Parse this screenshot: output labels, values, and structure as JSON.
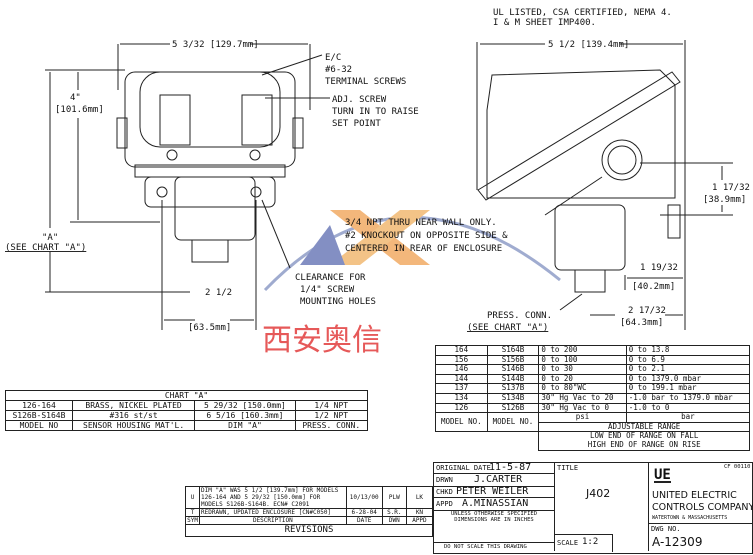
{
  "notes": {
    "line1": "UL LISTED, CSA CERTIFIED, NEMA 4.",
    "line2": "I & M SHEET IMP400."
  },
  "front_view": {
    "width_dim": "5 3/32 [129.7mm]",
    "height_dim": "4\"",
    "height_dim_mm": "[101.6mm]",
    "dim_a": "\"A\"",
    "dim_a_ref": "(SEE CHART \"A\")",
    "hole_spacing": "2 1/2",
    "hole_spacing_mm": "[63.5mm]",
    "callout_terminal": [
      "E/C",
      "#6-32",
      "TERMINAL SCREWS"
    ],
    "callout_adj": [
      "ADJ. SCREW",
      "TURN IN TO RAISE",
      "SET POINT"
    ],
    "callout_npt": [
      "3/4 NPT THRU NEAR WALL ONLY.",
      "#2 KNOCKOUT ON OPPOSITE SIDE &",
      "CENTERED IN REAR OF ENCLOSURE"
    ],
    "callout_clearance": [
      "CLEARANCE FOR",
      "1/4\" SCREW",
      "MOUNTING HOLES"
    ]
  },
  "side_view": {
    "width_dim": "5 1/2 [139.4mm]",
    "conduit_dim": "1 17/32",
    "conduit_dim_mm": "[38.9mm]",
    "depth_dim": "1 19/32",
    "depth_dim_mm": "[40.2mm]",
    "conn_dim": "2 17/32",
    "conn_dim_mm": "[64.3mm]",
    "press_conn": [
      "PRESS. CONN.",
      "(SEE CHART \"A\")"
    ]
  },
  "watermark": {
    "text": "西安奥信",
    "colors": {
      "orange": "#f0a050",
      "blue": "#5a6ab0",
      "red": "#e03030"
    }
  },
  "chart_a": {
    "title": "CHART \"A\"",
    "rows": [
      [
        "126-164",
        "BRASS, NICKEL PLATED",
        "5 29/32 [150.0mm]",
        "1/4 NPT"
      ],
      [
        "S126B-S164B",
        "#316 st/st",
        "6 5/16 [160.3mm]",
        "1/2 NPT"
      ]
    ],
    "headers": [
      "MODEL NO",
      "SENSOR HOUSING MAT'L.",
      "DIM \"A\"",
      "PRESS. CONN."
    ]
  },
  "range_table": {
    "rows": [
      [
        "164",
        "S164B",
        "0 to 200",
        "0 to 13.8"
      ],
      [
        "156",
        "S156B",
        "0 to 100",
        "0 to 6.9"
      ],
      [
        "146",
        "S146B",
        "0 to 30",
        "0 to 2.1"
      ],
      [
        "144",
        "S144B",
        "0 to 20",
        "0 to 1379.0 mbar"
      ],
      [
        "137",
        "S137B",
        "0 to 80\"WC",
        "0 to 199.1 mbar"
      ],
      [
        "134",
        "S134B",
        "30\" Hg Vac to 20",
        "-1.0 bar to 1379.0 mbar"
      ],
      [
        "126",
        "S126B",
        "30\" Hg Vac to 0",
        "-1.0 to 0"
      ]
    ],
    "header_model": "MODEL NO.",
    "unit_psi": "psi",
    "unit_bar": "bar",
    "adjustable_range": "ADJUSTABLE RANGE",
    "note1": "LOW END OF RANGE ON FALL",
    "note2": "HIGH END OF RANGE ON RISE"
  },
  "revisions": {
    "rows": [
      [
        "U",
        "DIM \"A\" WAS 5 1/2 [139.7mm] FOR MODELS 126-164 AND 5 29/32 [150.0mm] FOR MODELS S126B-S164B. ECN# C2091",
        "10/13/00",
        "PLW",
        "LK"
      ],
      [
        "T",
        "REDRAWN, UPDATED ENCLOSURE [CN#C050]",
        "6-28-04",
        "S.R.",
        "KN"
      ]
    ],
    "headers": [
      "SYM",
      "DESCRIPTION",
      "DATE",
      "DWN",
      "APPD"
    ],
    "title": "REVISIONS"
  },
  "title_block": {
    "original_date_label": "ORIGINAL DATE",
    "original_date": "11-5-87",
    "drwn_label": "DRWN",
    "drwn": "J.CARTER",
    "chkd_label": "CHKD",
    "chkd": "PETER WEILER",
    "appd_label": "APPD",
    "appd": "A.MINASSIAN",
    "dims_note": "UNLESS OTHERWISE SPECIFIED DIMENSIONS ARE IN INCHES",
    "no_scale": "DO NOT SCALE THIS DRAWING",
    "title_label": "TITLE",
    "title": "J402",
    "scale_label": "SCALE",
    "scale": "1:2",
    "logo": "UE",
    "code": "CF 00110",
    "company1": "UNITED ELECTRIC",
    "company2": "CONTROLS COMPANY",
    "company_loc": "WATERTOWN & MASSACHUSETTS",
    "dwg_label": "DWG NO.",
    "dwg_no": "A-12309"
  }
}
